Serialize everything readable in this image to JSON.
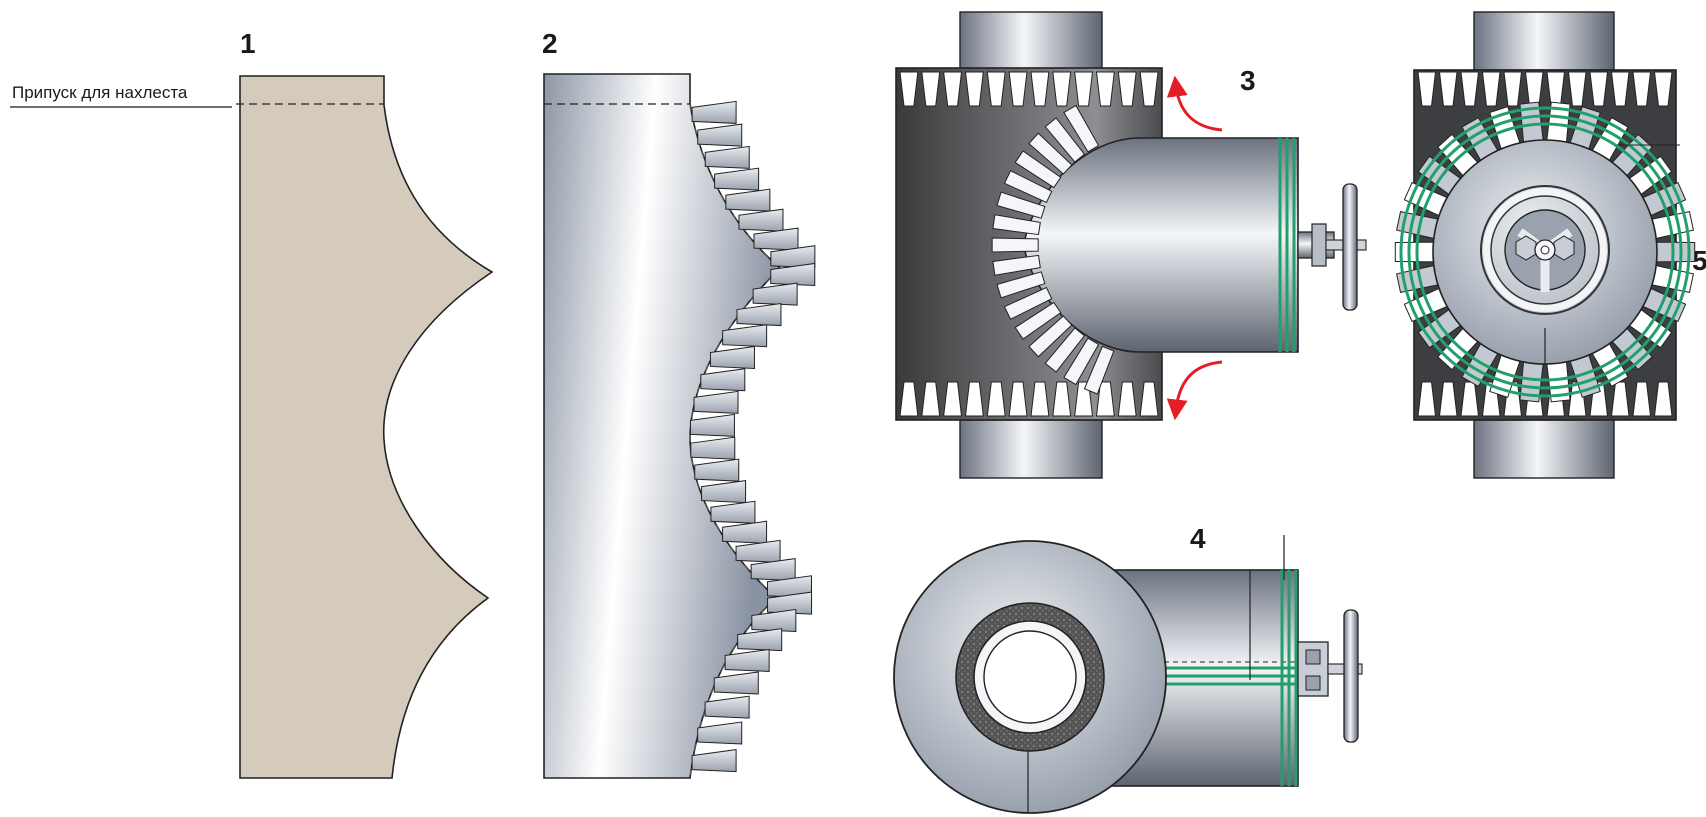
{
  "labels": {
    "overlap_allowance": "Припуск для нахлеста"
  },
  "steps": {
    "s1": "1",
    "s2": "2",
    "s3": "3",
    "s4": "4",
    "s5": "5"
  },
  "colors": {
    "pattern_fill": "#d4cbbd",
    "tape_green": "#22a06b",
    "arrow_red": "#e41e26",
    "dark_pipe": "#3a3a3a"
  }
}
